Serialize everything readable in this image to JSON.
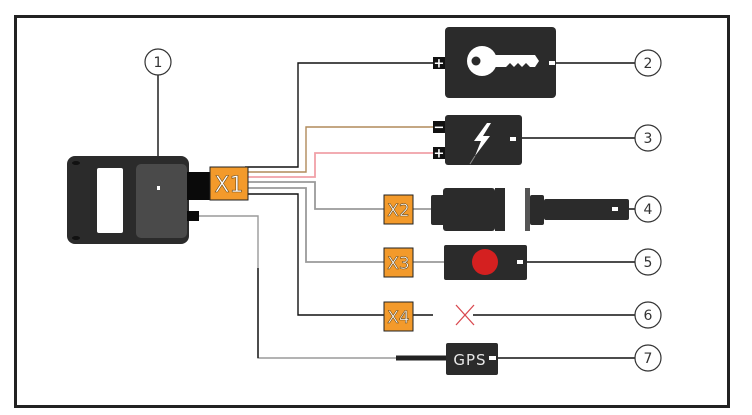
{
  "diagram": {
    "title": "Wiring diagram",
    "colors": {
      "device_dark": "#2b2b2b",
      "device_panel": "#4a4a4a",
      "connector_orange": "#f39a2b",
      "wire_black": "#111111",
      "wire_brown": "#b08a5a",
      "wire_pink": "#f0a0a8",
      "wire_grey": "#9a9a9a",
      "button_red": "#d42020",
      "cross_red": "#d9484f"
    },
    "callouts": [
      {
        "num": "1",
        "target": "main control unit"
      },
      {
        "num": "2",
        "target": "ignition key"
      },
      {
        "num": "3",
        "target": "power supply"
      },
      {
        "num": "4",
        "target": "connector cable X2"
      },
      {
        "num": "5",
        "target": "button X3"
      },
      {
        "num": "6",
        "target": "X4 not connected"
      },
      {
        "num": "7",
        "target": "GPS antenna"
      }
    ],
    "connectors": {
      "x1": "X1",
      "x2": "X2",
      "x3": "X3",
      "x4": "X4"
    },
    "terminals": {
      "key_plus": "+",
      "power_minus": "−",
      "power_plus": "+"
    },
    "gps_label": "GPS",
    "icons": {
      "key": "key-icon",
      "power": "lightning-bolt-icon",
      "not_connected": "cross-icon"
    }
  }
}
